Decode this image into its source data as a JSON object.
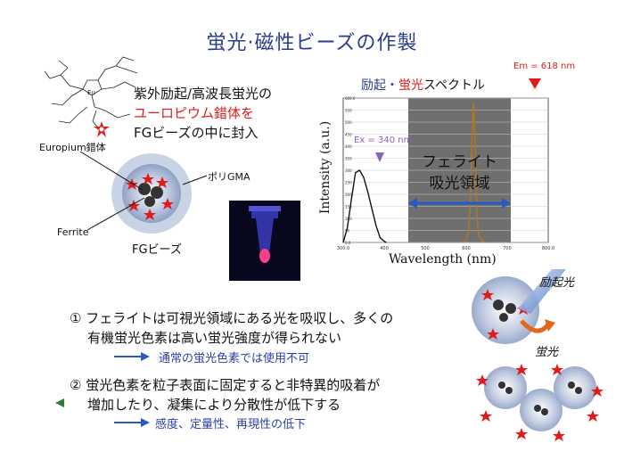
{
  "title": "蛍光·磁性ビーズの作製",
  "description": {
    "line1": "紫外励起/高波長蛍光の",
    "line2": "ユーロピウム錯体を",
    "line3": "FGビーズの中に封入"
  },
  "bead_labels": {
    "europium": "Europium錯体",
    "poly": "ポリGMA",
    "ferrite": "Ferrite",
    "fg": "FGビーズ"
  },
  "spectrum": {
    "title_part1": "励起",
    "title_sep": "・",
    "title_part2": "蛍光",
    "title_part3": "スペクトル",
    "em_label": "Em = 618 nm",
    "ex_label": "Ex = 340 nm",
    "region_line1": "フェライト",
    "region_line2": "吸光領域",
    "ylabel": "Intensity (a.u.)",
    "xlabel": "Wavelength (nm)",
    "y_ticks": [
      "600.0",
      "550",
      "500",
      "450",
      "400",
      "350",
      "300",
      "250",
      "200",
      "150",
      "100",
      "50",
      "0.0"
    ],
    "x_ticks": [
      "300.0",
      "400",
      "500",
      "600",
      "700",
      "800.0"
    ],
    "colors": {
      "excitation": "#8e5fc2",
      "emission": "#e01b1b",
      "region": "#6f6f6f",
      "band": "#2b59c3"
    }
  },
  "chart_data": {
    "type": "line",
    "xlabel": "Wavelength (nm)",
    "ylabel": "Intensity (a.u.)",
    "xlim": [
      300,
      800
    ],
    "ylim": [
      0,
      600
    ],
    "series": [
      {
        "x": [
          300,
          310,
          320,
          330,
          340,
          350,
          360,
          370,
          380,
          390,
          400,
          405
        ],
        "y": [
          0,
          60,
          180,
          290,
          300,
          270,
          210,
          140,
          70,
          20,
          5,
          0
        ]
      },
      {
        "x": [
          590,
          600,
          605,
          610,
          614,
          618,
          622,
          626,
          630,
          640,
          650
        ],
        "y": [
          0,
          10,
          40,
          150,
          420,
          580,
          400,
          120,
          30,
          5,
          0
        ]
      }
    ]
  },
  "diagram": {
    "excitation_label": "励起光",
    "fluorescence_label": "蛍光"
  },
  "points": [
    {
      "num": "①",
      "line1": "フェライトは可視光領域にある光を吸収し、多くの",
      "line2": "有機蛍光色素は高い蛍光強度が得られない",
      "result": "通常の蛍光色素では使用不可"
    },
    {
      "num": "②",
      "line1": "蛍光色素を粒子表面に固定すると非特異的吸着が",
      "line2": "増加したり、凝集により分散性が低下する",
      "result": "感度、定量性、再現性の低下"
    }
  ]
}
